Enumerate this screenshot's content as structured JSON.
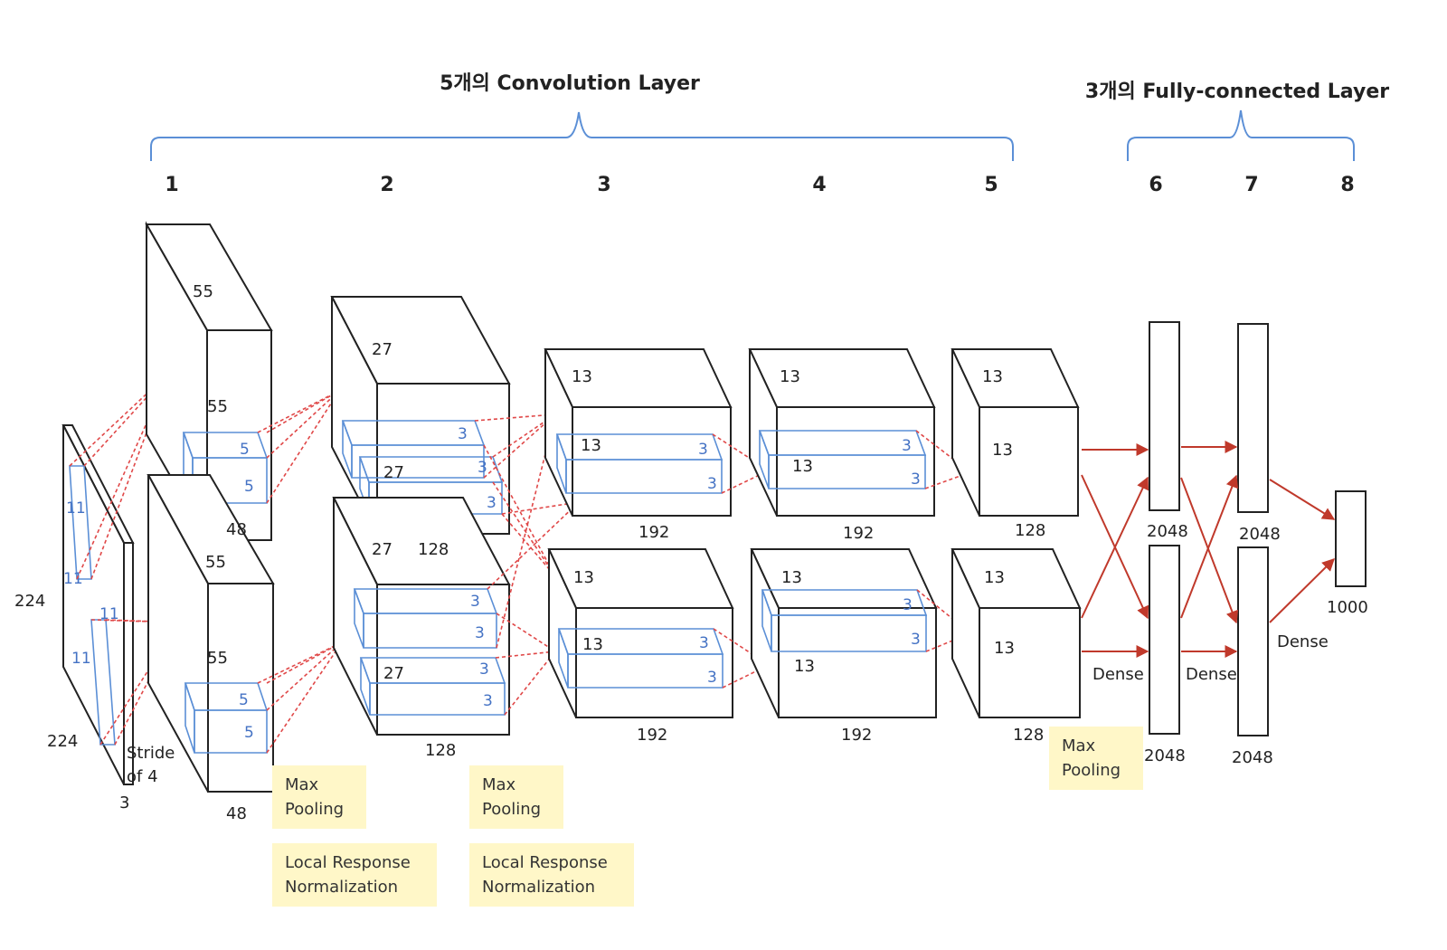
{
  "headers": {
    "conv": "5개의 Convolution Layer",
    "fc": "3개의 Fully-connected Layer"
  },
  "layer_numbers": [
    "1",
    "2",
    "3",
    "4",
    "5",
    "6",
    "7",
    "8"
  ],
  "input": {
    "height": "224",
    "width": "224",
    "depth": "3",
    "kernel_a": "11",
    "kernel_b": "11",
    "kernel_c": "11",
    "kernel_d": "11",
    "stride": "Stride of 4"
  },
  "conv1": {
    "d1": "55",
    "d2": "55",
    "depth": "48",
    "k": "5"
  },
  "conv2": {
    "d1": "27",
    "d2": "27",
    "depth": "128",
    "k": "3"
  },
  "conv3": {
    "d1": "13",
    "d2": "13",
    "depth": "192",
    "k": "3"
  },
  "conv4": {
    "d1": "13",
    "d2": "13",
    "depth": "192",
    "k": "3"
  },
  "conv5": {
    "d1": "13",
    "d2": "13",
    "depth": "128"
  },
  "fc": {
    "fc6": "2048",
    "fc7": "2048",
    "out": "1000",
    "dense": "Dense"
  },
  "notes": {
    "max_pooling_1": "Max",
    "max_pooling_2": "Pooling",
    "lrn_1": "Local Response",
    "lrn_2": "Normalization"
  }
}
